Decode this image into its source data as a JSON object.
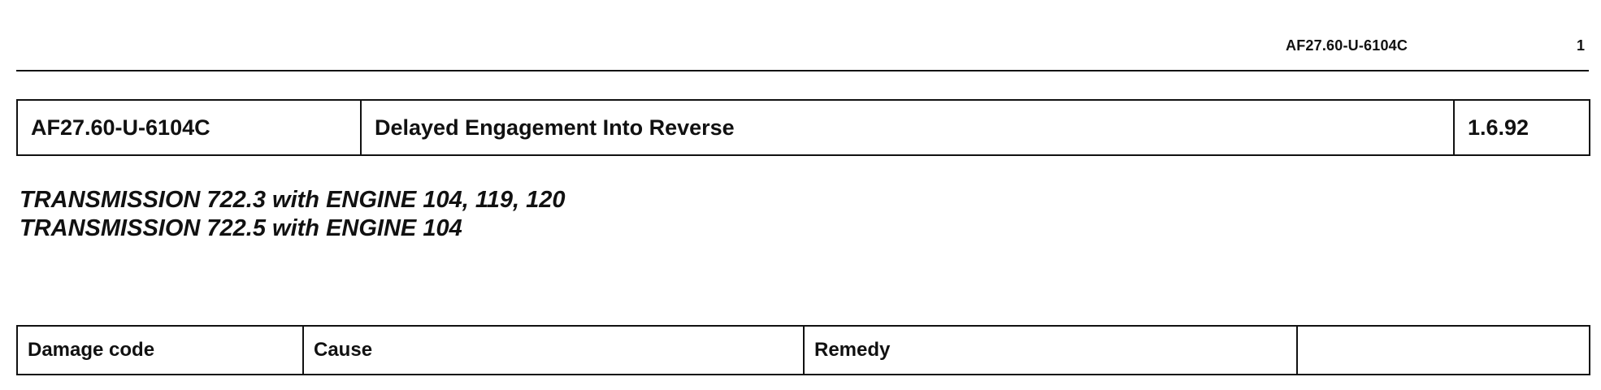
{
  "page_header": {
    "doc_id": "AF27.60-U-6104C",
    "page_number": "1"
  },
  "title_block": {
    "code": "AF27.60-U-6104C",
    "title": "Delayed Engagement Into Reverse",
    "date": "1.6.92"
  },
  "applicability": [
    "TRANSMISSION  722.3 with ENGINE 104, 119, 120",
    "TRANSMISSION  722.5 with ENGINE 104"
  ],
  "damage_table": {
    "headers": [
      "Damage code",
      "Cause",
      "Remedy",
      ""
    ]
  }
}
